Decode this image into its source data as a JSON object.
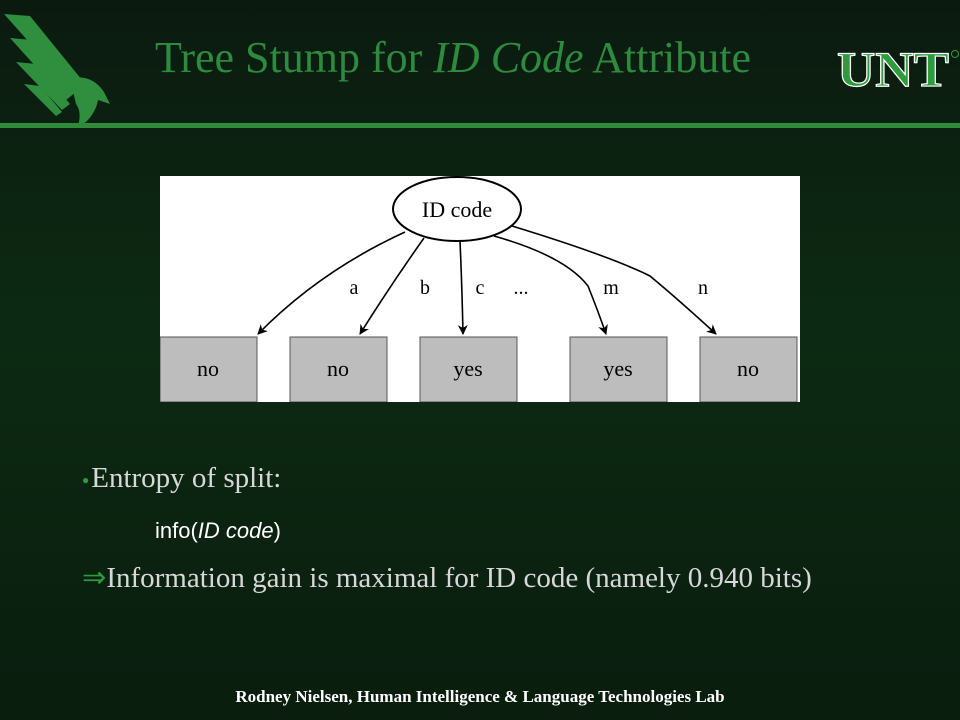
{
  "slide": {
    "title_prefix": "Tree Stump for ",
    "title_italic": "ID Code",
    "title_suffix": " Attribute",
    "logo_text": "UNT"
  },
  "tree": {
    "root_label": "ID code",
    "branches": [
      "a",
      "b",
      "c",
      "...",
      "m",
      "n"
    ],
    "leaves": [
      "no",
      "no",
      "yes",
      "yes",
      "no"
    ]
  },
  "content": {
    "bullet_text": "Entropy of split:",
    "formula_prefix": "info(",
    "formula_italic": "ID code",
    "formula_suffix": ")",
    "arrow_symbol": "⇒",
    "result_text": "Information gain is maximal for ID code (namely 0.940 bits)"
  },
  "footer": {
    "credit": "Rodney Nielsen,  Human Intelligence & Language Technologies Lab"
  },
  "colors": {
    "accent_green": "#2d8a3e",
    "leaf_fill": "#bdbdbd"
  }
}
